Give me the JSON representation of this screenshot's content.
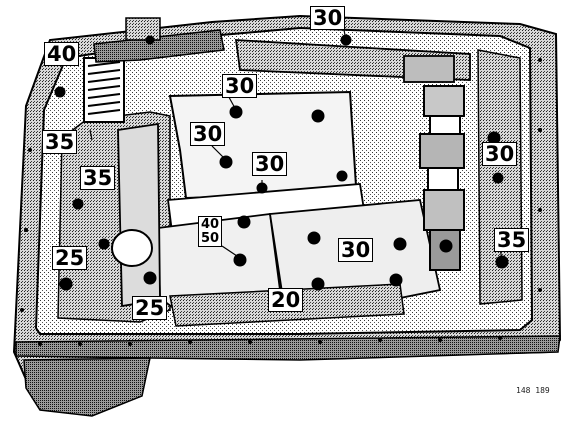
{
  "figure_id": "148 189",
  "torque_labels": [
    "30",
    "40",
    "30",
    "35",
    "30",
    "30",
    "35",
    "30",
    "40\n50",
    "30",
    "35",
    "25",
    "25",
    "20"
  ]
}
